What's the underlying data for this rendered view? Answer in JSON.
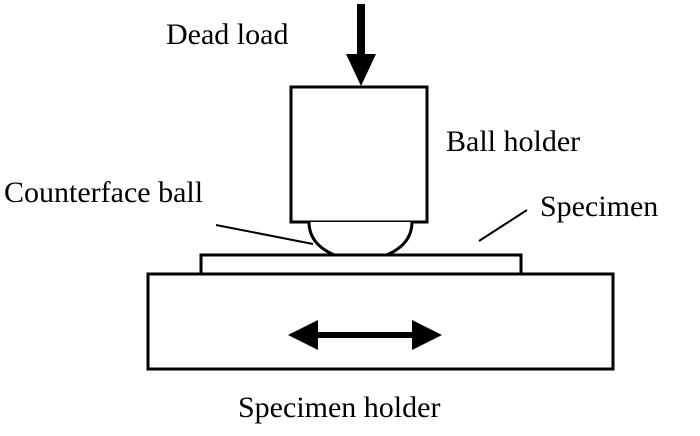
{
  "labels": {
    "dead_load": "Dead load",
    "ball_holder": "Ball holder",
    "counterface_ball": "Counterface ball",
    "specimen": "Specimen",
    "specimen_holder": "Specimen holder"
  },
  "colors": {
    "stroke": "#000000",
    "background": "#ffffff"
  }
}
